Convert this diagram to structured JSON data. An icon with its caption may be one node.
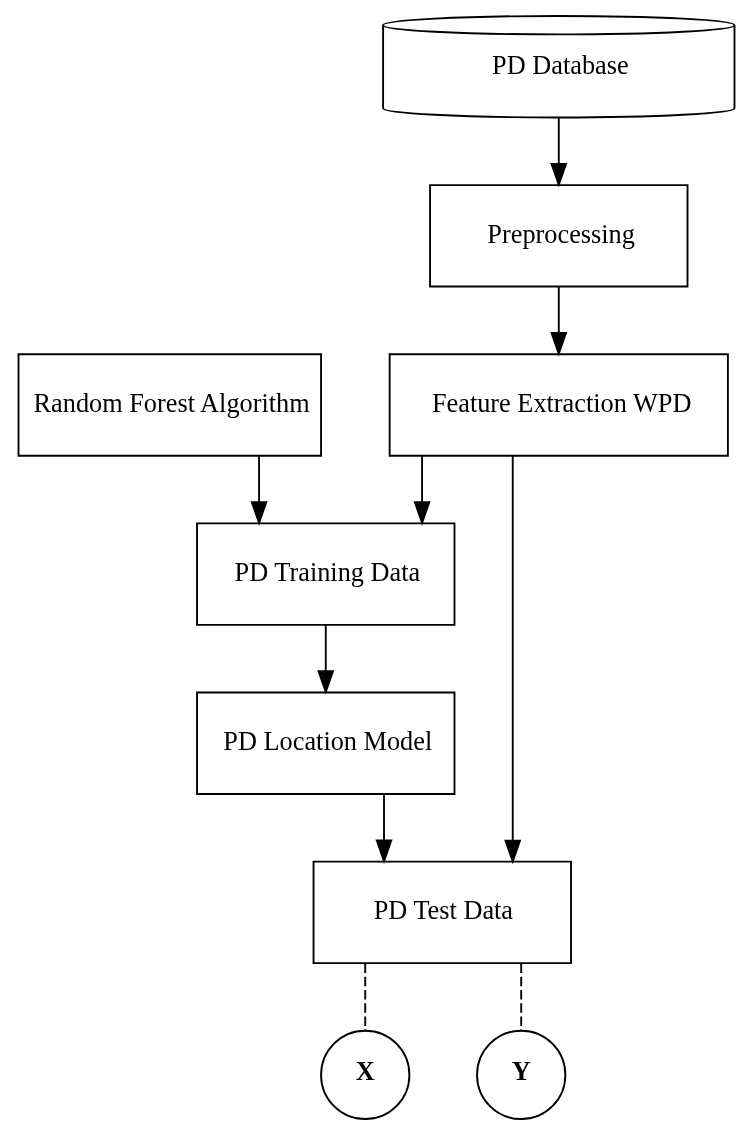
{
  "diagram": {
    "nodes": [
      {
        "text": [
          "PD Database"
        ]
      },
      {
        "text": [
          "Preprocessing"
        ]
      },
      {
        "text": [
          "Feature Extraction WPD"
        ]
      },
      {
        "text": [
          "Random Forest Algorithm"
        ]
      },
      {
        "text": [
          "PD Training Data"
        ]
      },
      {
        "text": [
          "PD Location Model"
        ]
      },
      {
        "text": [
          "PD Test Data"
        ]
      },
      {
        "text": [
          "X"
        ]
      },
      {
        "text": [
          "Y"
        ]
      }
    ],
    "edges": [
      {
        "from": 0,
        "to": 1,
        "arrow": "to"
      },
      {
        "from": 1,
        "to": 2,
        "arrow": "to"
      },
      {
        "from": 3,
        "to": 4,
        "arrow": "to"
      },
      {
        "from": 2,
        "to": 4,
        "arrow": "to"
      },
      {
        "from": 2,
        "to": 6,
        "arrow": "to"
      },
      {
        "from": 4,
        "to": 5,
        "arrow": "to"
      },
      {
        "from": 5,
        "to": 6,
        "arrow": "to"
      },
      {
        "from": 6,
        "to": 7,
        "arrow": "none",
        "style": "dashed"
      },
      {
        "from": 6,
        "to": 8,
        "arrow": "none",
        "style": "dashed"
      }
    ]
  }
}
